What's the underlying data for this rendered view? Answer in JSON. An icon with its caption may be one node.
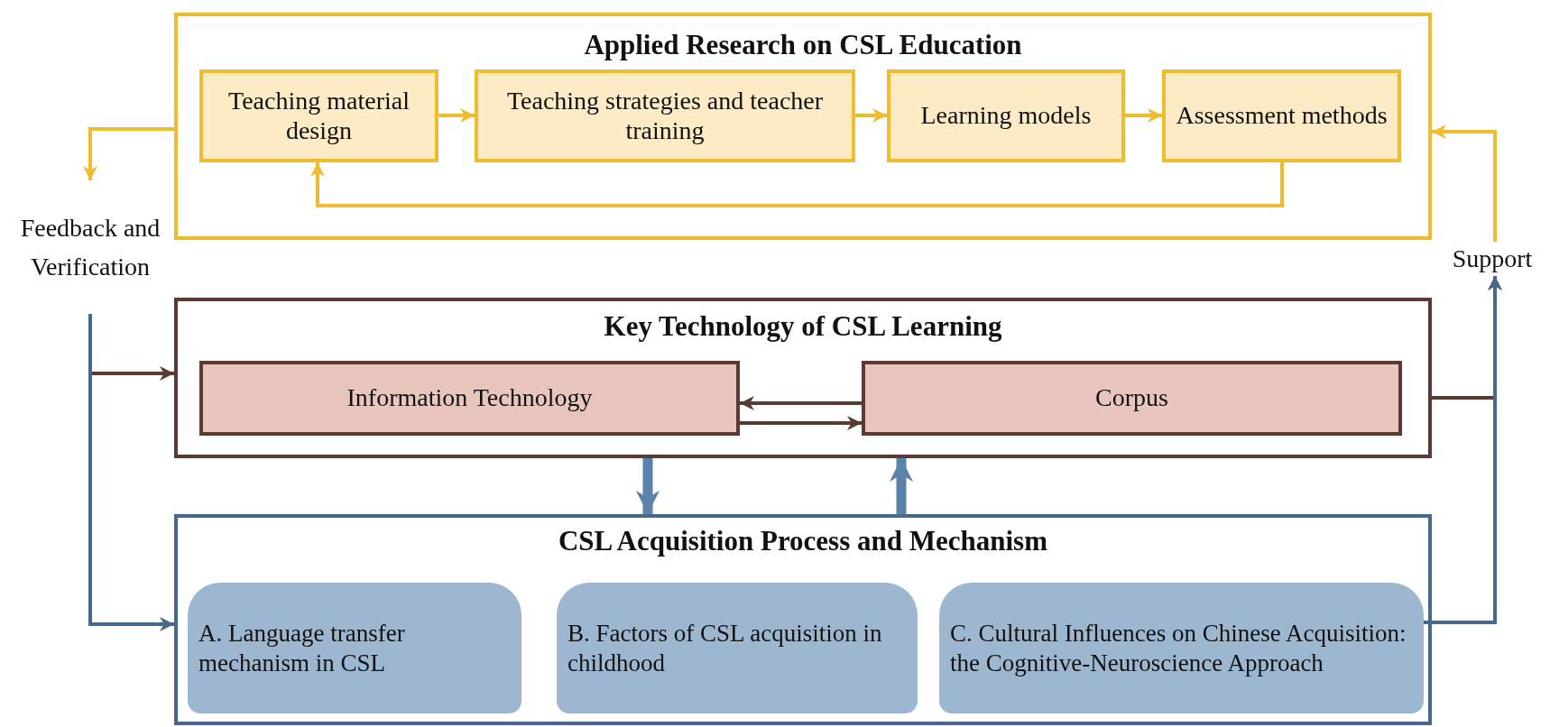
{
  "diagram": {
    "nodes": [
      {
        "text": [
          "Applied Research on CSL Education"
        ]
      },
      {
        "text": [
          "Teaching material design"
        ],
        "in": 0
      },
      {
        "text": [
          "Teaching strategies and teacher training"
        ],
        "in": 0
      },
      {
        "text": [
          "Learning models"
        ],
        "in": 0
      },
      {
        "text": [
          "Assessment methods"
        ],
        "in": 0
      },
      {
        "text": [
          "Key Technology of CSL Learning"
        ]
      },
      {
        "text": [
          "Information Technology"
        ],
        "in": 5
      },
      {
        "text": [
          "Corpus"
        ],
        "in": 5
      },
      {
        "text": [
          "CSL Acquisition Process and Mechanism"
        ]
      },
      {
        "text": [
          "A. Language transfer mechanism in CSL"
        ],
        "in": 8
      },
      {
        "text": [
          "B. Factors of CSL acquisition in childhood"
        ],
        "in": 8
      },
      {
        "text": [
          "C. Cultural Influences on Chinese Acquisition: the Cognitive-Neuroscience Approach"
        ],
        "in": 8
      },
      {
        "text": [
          "Feedback and Verification"
        ]
      },
      {
        "text": [
          "Support"
        ]
      }
    ],
    "edges": [
      {
        "from": 1,
        "to": 2,
        "arrow": "to"
      },
      {
        "from": 2,
        "to": 3,
        "arrow": "to"
      },
      {
        "from": 3,
        "to": 4,
        "arrow": "to"
      },
      {
        "from": 4,
        "to": 1,
        "arrow": "to"
      },
      {
        "from": 0,
        "to": 12,
        "arrow": "to"
      },
      {
        "from": 13,
        "to": 0,
        "arrow": "to"
      },
      {
        "from": 7,
        "to": 6,
        "arrow": "to",
        "color": "#5a3a33"
      },
      {
        "from": 6,
        "to": 7,
        "arrow": "to",
        "color": "#5a3a33"
      },
      {
        "from": 12,
        "to": 5,
        "arrow": "to",
        "color": "#5a3a33"
      },
      {
        "from": 5,
        "to": 13,
        "arrow": "to",
        "color": "#5a3a33"
      },
      {
        "from": 12,
        "to": 8,
        "arrow": "to",
        "color": "#46698a"
      },
      {
        "from": 11,
        "to": 13,
        "arrow": "to",
        "color": "#46698a"
      },
      {
        "from": 5,
        "to": 8,
        "arrow": "to",
        "style": "thick",
        "color": "#5b82aa"
      },
      {
        "from": 8,
        "to": 5,
        "arrow": "to",
        "style": "thick",
        "color": "#5b82aa"
      }
    ]
  }
}
